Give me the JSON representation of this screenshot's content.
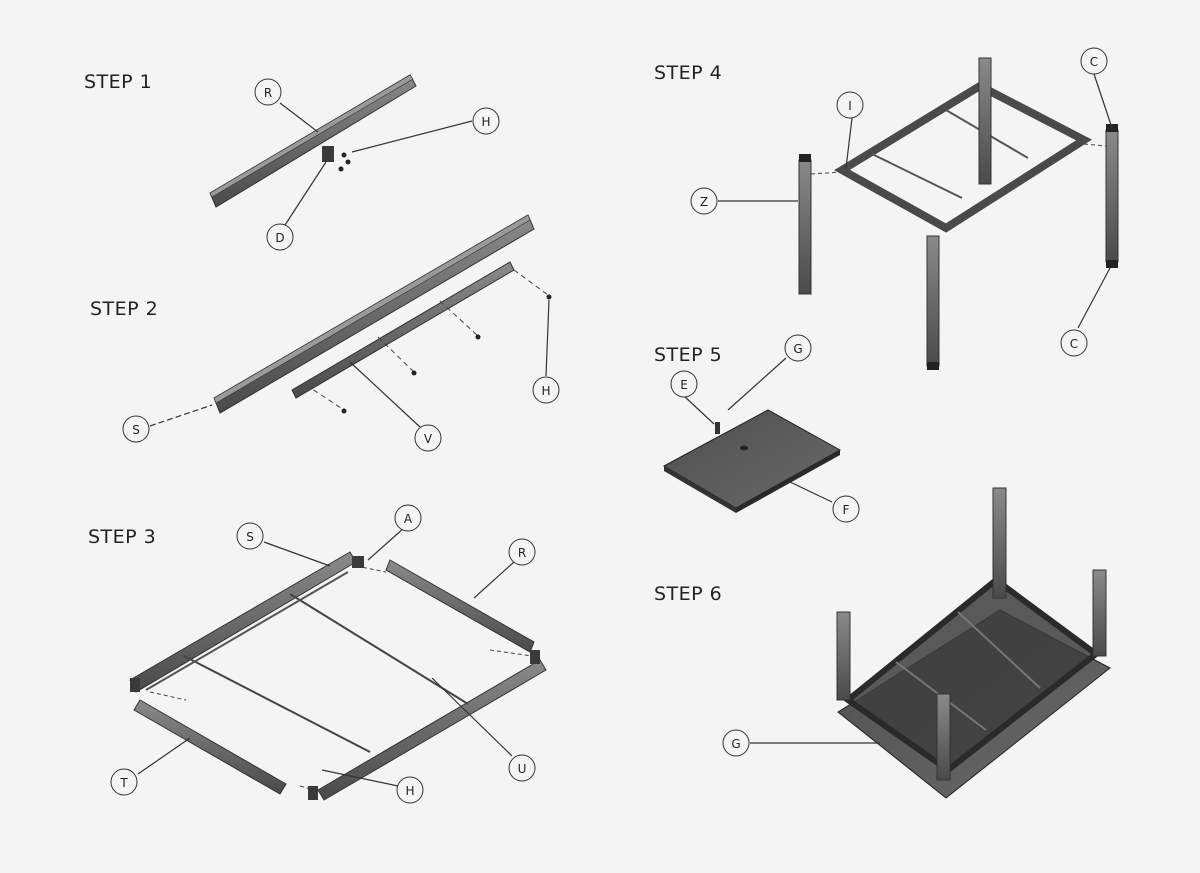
{
  "steps": [
    {
      "title": "STEP 1",
      "callouts": [
        "R",
        "H",
        "D"
      ]
    },
    {
      "title": "STEP 2",
      "callouts": [
        "S",
        "V",
        "H"
      ]
    },
    {
      "title": "STEP 3",
      "callouts": [
        "S",
        "A",
        "R",
        "T",
        "U",
        "H"
      ]
    },
    {
      "title": "STEP 4",
      "callouts": [
        "I",
        "C",
        "Z",
        "C"
      ]
    },
    {
      "title": "STEP 5",
      "callouts": [
        "E",
        "G",
        "F"
      ]
    },
    {
      "title": "STEP 6",
      "callouts": [
        "G"
      ]
    }
  ],
  "colors": {
    "background": "#f4f4f4",
    "metal": "#6e6e6e",
    "metal_dark": "#3a3a3a",
    "board": "#555555",
    "leader": "#333333"
  }
}
